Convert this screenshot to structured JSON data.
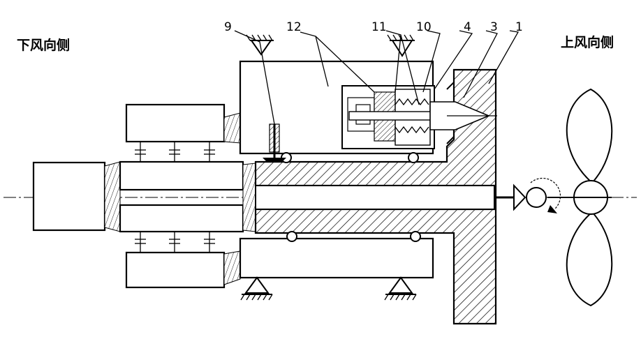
{
  "labels": {
    "downwind_side": "下风向侧",
    "upwind_side": "上风向侧"
  },
  "part_numbers": [
    "9",
    "12",
    "11",
    "10",
    "4",
    "3",
    "1"
  ],
  "colors": {
    "ink": "#000000",
    "background": "#ffffff"
  }
}
